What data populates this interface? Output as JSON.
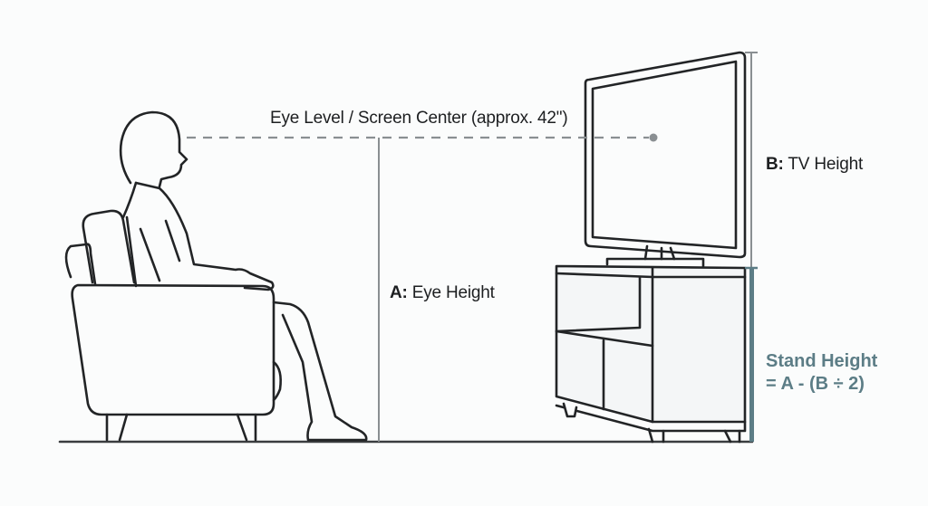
{
  "diagram": {
    "eye_level_label": "Eye Level / Screen Center (approx. 42\")",
    "a_label": {
      "key": "A:",
      "text": " Eye Height"
    },
    "b_label": {
      "key": "B:",
      "text": " TV Height"
    },
    "stand_height": {
      "line1": "Stand Height",
      "line2": "= A - (B ÷ 2)"
    },
    "colors": {
      "line": "#222426",
      "dim": "#8a8f92",
      "accent": "#5c7d86",
      "fill": "#f4f6f7"
    }
  }
}
